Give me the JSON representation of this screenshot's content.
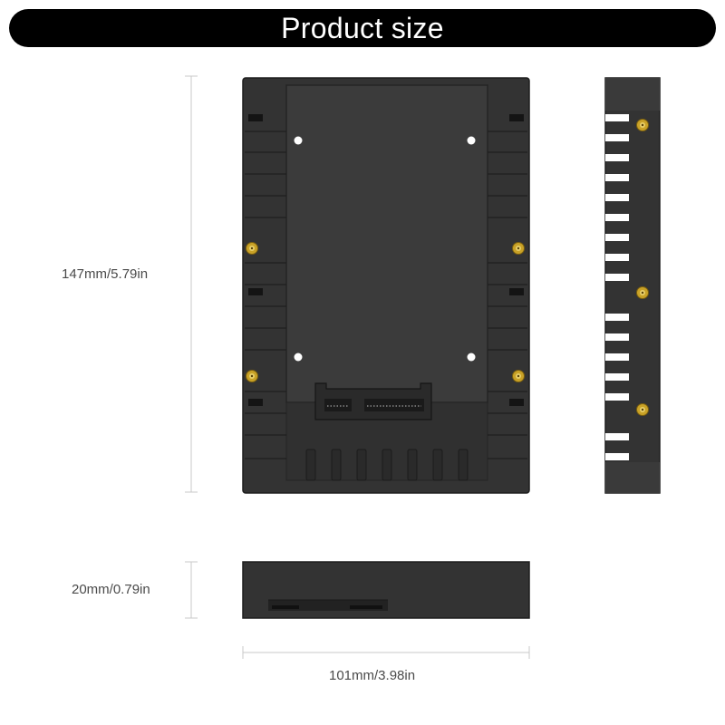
{
  "banner": {
    "title": "Product size"
  },
  "dimensions": {
    "height": "147mm/5.79in",
    "thickness": "20mm/0.79in",
    "width": "101mm/3.98in"
  },
  "colors": {
    "banner_bg": "#000000",
    "banner_text": "#ffffff",
    "product_body": "#333333",
    "product_dark": "#262626",
    "product_inner": "#3b3b3b",
    "screw_brass": "#c9a227",
    "dimension_line": "#c8c8c8"
  },
  "icons": {
    "screw": "brass-screw-icon",
    "connector": "sata-connector-icon"
  }
}
